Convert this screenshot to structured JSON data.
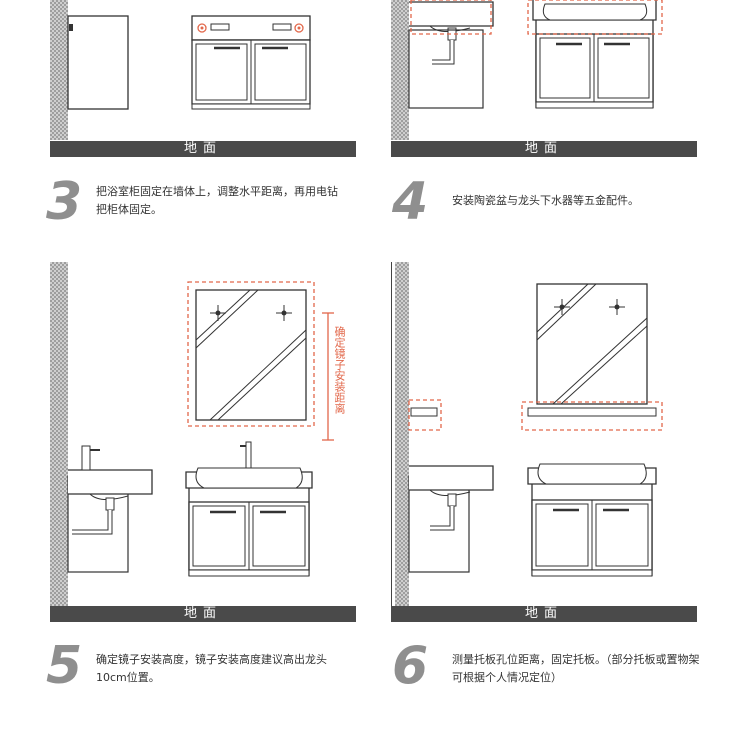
{
  "floor_label": "地面",
  "steps": [
    {
      "number": "3",
      "text": "把浴室柜固定在墙体上，调整水平距离，再用电钻把柜体固定。"
    },
    {
      "number": "4",
      "text": "安装陶瓷盆与龙头下水器等五金配件。"
    },
    {
      "number": "5",
      "text": "确定镜子安装高度，镜子安装高度建议高出龙头10cm位置。"
    },
    {
      "number": "6",
      "text": "测量托板孔位距离，固定托板。（部分托板或置物架可根据个人情况定位）"
    }
  ],
  "mirror_height_label": "确定镜子安装距离",
  "colors": {
    "accent": "#e2674a",
    "floor": "#4a4a4a",
    "step_number": "#8f8f8f"
  }
}
